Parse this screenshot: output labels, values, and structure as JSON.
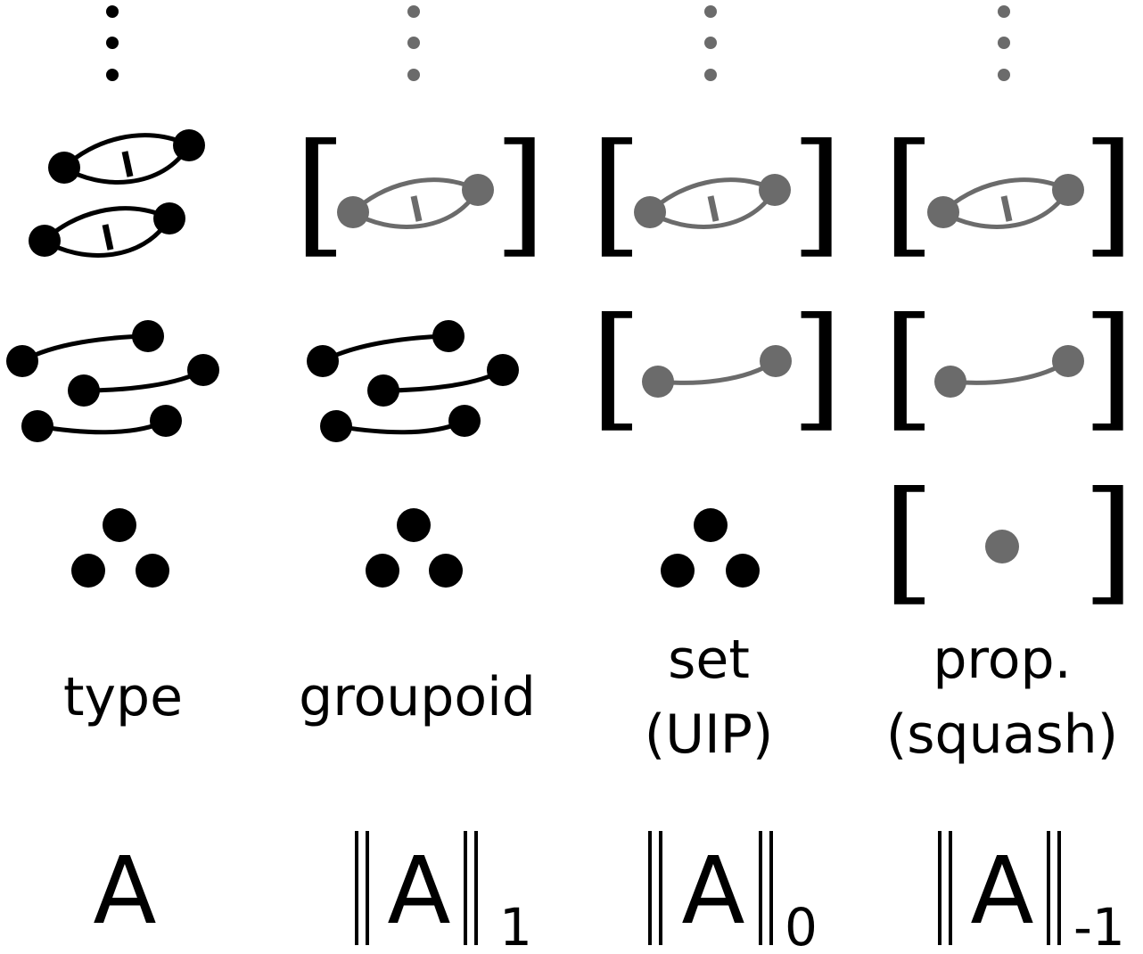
{
  "colors": {
    "dark": "#000000",
    "gray": "#6b6b6b",
    "background": "#ffffff"
  },
  "columns": [
    {
      "id": "type",
      "label_lines": [
        "type"
      ],
      "notation": {
        "base": "A",
        "bars": false,
        "subscript": ""
      },
      "levels": {
        "dots": "dark",
        "points": "dark",
        "paths": "dark",
        "homotopies": "dark"
      },
      "bracketed": {
        "points": false,
        "paths": false,
        "homotopies": false
      }
    },
    {
      "id": "groupoid",
      "label_lines": [
        "groupoid"
      ],
      "notation": {
        "base": "A",
        "bars": true,
        "subscript": "1"
      },
      "levels": {
        "dots": "gray",
        "points": "dark",
        "paths": "dark",
        "homotopies": "gray"
      },
      "bracketed": {
        "points": false,
        "paths": false,
        "homotopies": true
      }
    },
    {
      "id": "set",
      "label_lines": [
        "set",
        "(UIP)"
      ],
      "notation": {
        "base": "A",
        "bars": true,
        "subscript": "0"
      },
      "levels": {
        "dots": "gray",
        "points": "dark",
        "paths": "gray",
        "homotopies": "gray"
      },
      "bracketed": {
        "points": false,
        "paths": true,
        "homotopies": true
      }
    },
    {
      "id": "prop",
      "label_lines": [
        "prop.",
        "(squash)"
      ],
      "notation": {
        "base": "A",
        "bars": true,
        "subscript": "-1"
      },
      "levels": {
        "dots": "gray",
        "points": "gray",
        "paths": "gray",
        "homotopies": "gray"
      },
      "bracketed": {
        "points": true,
        "paths": true,
        "homotopies": true
      }
    }
  ]
}
